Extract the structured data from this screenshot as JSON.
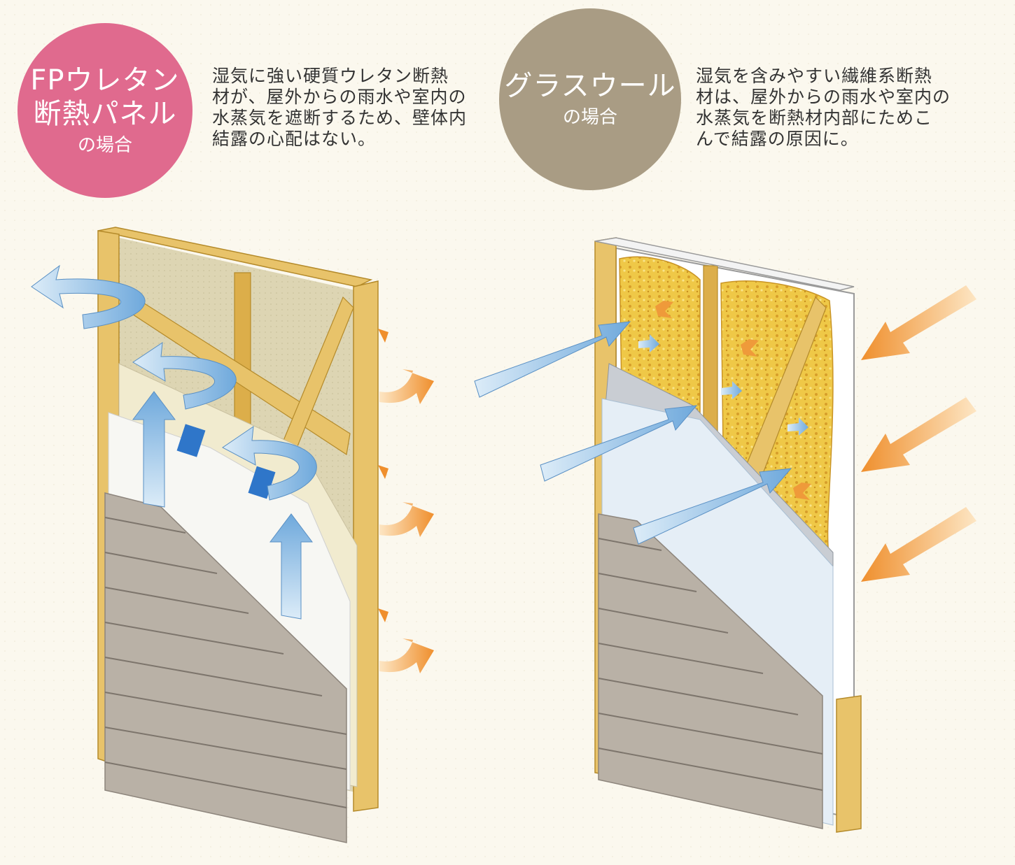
{
  "fp": {
    "badge_line1": "FPウレタン",
    "badge_line2": "断熱パネル",
    "badge_sub": "の場合",
    "desc_lines": [
      "湿気に強い硬質ウレタン断熱",
      "材が、屋外からの雨水や室内の",
      "水蒸気を遮断するため、壁体内",
      "結露の心配はない。"
    ]
  },
  "gw": {
    "badge_line1": "グラスウール",
    "badge_sub": "の場合",
    "desc_lines": [
      "湿気を含みやすい繊維系断熱",
      "材は、屋外からの雨水や室内の",
      "水蒸気を断熱材内部にためこ",
      "んで結露の原因に。"
    ]
  },
  "colors": {
    "fp_badge": "#e06a8e",
    "gw_badge": "#a99c84",
    "moisture_arrow": "#8fc0e8",
    "heat_arrow": "#f2a040",
    "wood": "#e8c36a",
    "siding": "#b9b1a6",
    "glass_wool": "#edc63f"
  }
}
